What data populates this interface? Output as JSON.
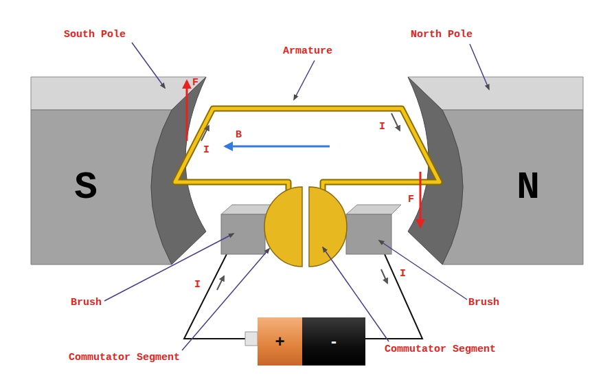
{
  "diagram": {
    "nodes": [
      {
        "text": [
          "S"
        ]
      },
      {
        "text": [
          "N"
        ]
      },
      {
        "text": [
          "+",
          "-"
        ]
      }
    ],
    "labels": [
      "South Pole",
      "Armature",
      "North Pole",
      "F",
      "I",
      "B",
      "I",
      "F",
      "Brush",
      "Brush",
      "I",
      "I",
      "Commutator Segment",
      "Commutator Segment"
    ]
  }
}
